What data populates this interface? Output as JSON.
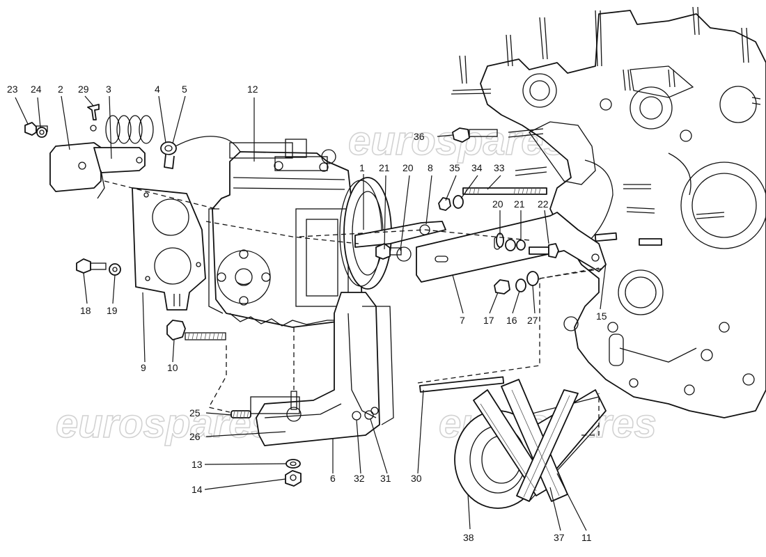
{
  "watermark": {
    "text": "eurospares"
  },
  "callouts": [
    "23",
    "24",
    "2",
    "29",
    "3",
    "4",
    "5",
    "12",
    "1",
    "21",
    "20",
    "8",
    "35",
    "34",
    "33",
    "36",
    "20",
    "21",
    "22",
    "18",
    "19",
    "9",
    "10",
    "7",
    "17",
    "16",
    "27",
    "15",
    "25",
    "26",
    "6",
    "32",
    "31",
    "30",
    "13",
    "14",
    "38",
    "37",
    "11"
  ]
}
